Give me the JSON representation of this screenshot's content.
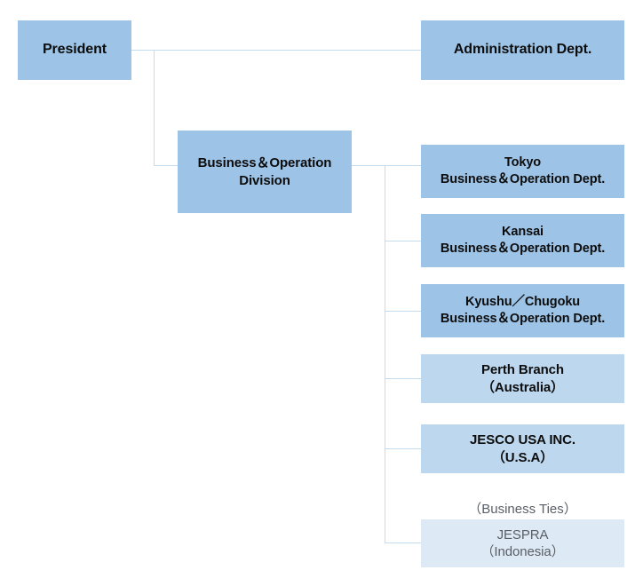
{
  "chart": {
    "title": "Organization Chart",
    "type": "org-chart",
    "background": "#ffffff",
    "line_color": "#c3dcf0",
    "palette": {
      "strong": "#9dc3e6",
      "mid": "#bdd7ee",
      "soft": "#dde9f5",
      "text_dark": "#0d0d0d",
      "text_muted": "#5a5f66"
    }
  },
  "nodes": {
    "president": {
      "lines": [
        "President"
      ],
      "level": 1
    },
    "administration": {
      "lines": [
        "Administration Dept."
      ],
      "level": 2
    },
    "division": {
      "lines": [
        "Business＆Operation",
        "Division"
      ],
      "level": 2
    },
    "tokyo": {
      "lines": [
        "Tokyo",
        "Business＆Operation Dept."
      ],
      "level": 3
    },
    "kansai": {
      "lines": [
        "Kansai",
        "Business＆Operation Dept."
      ],
      "level": 3
    },
    "kyushu": {
      "lines": [
        "Kyushu／Chugoku",
        "Business＆Operation Dept."
      ],
      "level": 3
    },
    "perth": {
      "lines": [
        "Perth Branch",
        "（Australia）"
      ],
      "level": 3
    },
    "jesco_usa": {
      "lines": [
        "JESCO USA INC.",
        "（U.S.A）"
      ],
      "level": 3
    },
    "jespra": {
      "lines": [
        "JESPRA",
        "（Indonesia）"
      ],
      "level": 3
    }
  },
  "captions": {
    "business_ties": "（Business Ties）"
  }
}
